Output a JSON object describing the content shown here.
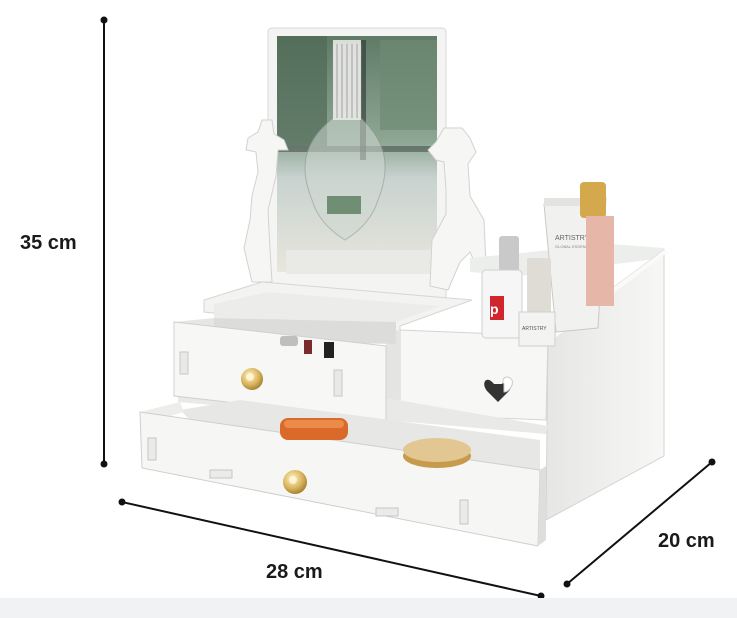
{
  "product": {
    "description_hidden": "",
    "mirror_reflection_colors": [
      "#7d9a83",
      "#3e4a46",
      "#b7c9cf"
    ],
    "cosmetics": [
      {
        "name": "tube",
        "label": "ARTISTRY",
        "sub_label": "GLOBAL ESSENCE"
      },
      {
        "name": "bottle-red",
        "label": "p"
      },
      {
        "name": "bottle-clear",
        "label": "ARTISTRY"
      }
    ]
  },
  "dimensions": {
    "height": "35 cm",
    "width": "28 cm",
    "depth": "20 cm"
  },
  "colors": {
    "body": "#f3f3f1",
    "shadow": "#d9dad8",
    "knob": "#d8b25a",
    "dimension_line": "#111111"
  }
}
